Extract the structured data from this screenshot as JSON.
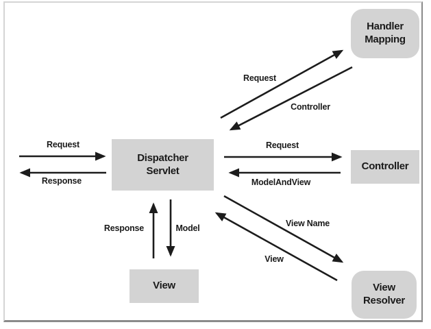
{
  "diagram": {
    "description": "Spring MVC request flow diagram",
    "colors": {
      "node_fill": "#d3d3d3",
      "line": "#1c1c1c",
      "text": "#1a1a1a",
      "frame_light": "#d4d4d4",
      "frame_dark": "#8a8a8a"
    },
    "nodes": [
      {
        "id": "handler-mapping",
        "label": "Handler\nMapping",
        "shape": "rounded"
      },
      {
        "id": "dispatcher-servlet",
        "label": "Dispatcher\nServlet",
        "shape": "rect"
      },
      {
        "id": "controller",
        "label": "Controller",
        "shape": "rect"
      },
      {
        "id": "view",
        "label": "View",
        "shape": "rect"
      },
      {
        "id": "view-resolver",
        "label": "View\nResolver",
        "shape": "rounded"
      }
    ],
    "edges": [
      {
        "from": "client",
        "to": "dispatcher-servlet",
        "label": "Request"
      },
      {
        "from": "dispatcher-servlet",
        "to": "client",
        "label": "Response"
      },
      {
        "from": "dispatcher-servlet",
        "to": "handler-mapping",
        "label": "Request"
      },
      {
        "from": "handler-mapping",
        "to": "dispatcher-servlet",
        "label": "Controller"
      },
      {
        "from": "dispatcher-servlet",
        "to": "controller",
        "label": "Request"
      },
      {
        "from": "controller",
        "to": "dispatcher-servlet",
        "label": "ModelAndView"
      },
      {
        "from": "view",
        "to": "dispatcher-servlet",
        "label": "Response"
      },
      {
        "from": "dispatcher-servlet",
        "to": "view",
        "label": "Model"
      },
      {
        "from": "dispatcher-servlet",
        "to": "view-resolver",
        "label": "View Name"
      },
      {
        "from": "view-resolver",
        "to": "dispatcher-servlet",
        "label": "View"
      }
    ]
  }
}
